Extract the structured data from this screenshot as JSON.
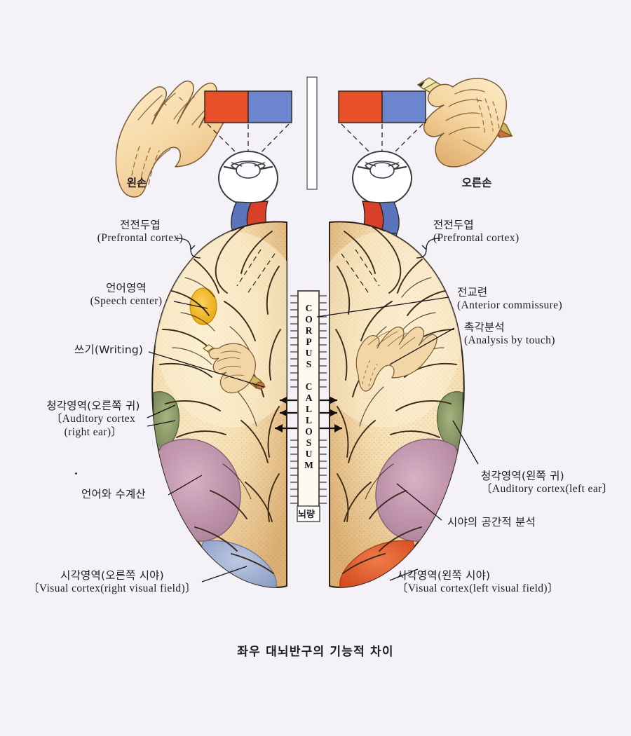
{
  "caption": "좌우 대뇌반구의 기능적 차이",
  "top": {
    "left_hand_label": "왼손",
    "right_hand_label": "오른손",
    "stimulus_bar": {
      "left_color": "#e8502a",
      "right_color": "#5f7fd0"
    }
  },
  "center": {
    "corpus_callosum_text": "CORPUS CALLOSUM",
    "corpus_callosum_korean": "뇌량"
  },
  "labels_left": [
    {
      "ko": "전전두엽",
      "en": "(Prefrontal cortex)"
    },
    {
      "ko": "언어영역",
      "en": "(Speech center)"
    },
    {
      "ko": "쓰기(Writing)",
      "en": ""
    },
    {
      "ko": "청각영역(오른쪽 귀)",
      "en": "〔Auditory cortex",
      "en2": "(right ear)〕"
    },
    {
      "ko": "언어와 수계산",
      "en": ""
    },
    {
      "ko": "시각영역(오른쪽 시야)",
      "en": "〔Visual cortex(right visual field)〕"
    }
  ],
  "labels_right": [
    {
      "ko": "전전두엽",
      "en": "(Prefrontal cortex)"
    },
    {
      "ko": "전교련",
      "en": "(Anterior commissure)"
    },
    {
      "ko": "촉각분석",
      "en": "(Analysis by touch)"
    },
    {
      "ko": "청각영역(왼쪽 귀)",
      "en": "〔Auditory cortex(left ear〕"
    },
    {
      "ko": "시야의 공간적 분석",
      "en": ""
    },
    {
      "ko": "시각영역(왼쪽 시야)",
      "en": "〔Visual cortex(left visual field)〕"
    }
  ],
  "colors": {
    "background": "#f4f2f7",
    "cortex_base": "#f4d9a8",
    "cortex_shadow": "#ddb077",
    "speech_center": "#f0b420",
    "auditory_cortex": "#8c9a63",
    "language_calc": "#c094ac",
    "visual_left_hemisphere": "#9fb0d2",
    "visual_right_hemisphere": "#e0562c",
    "artery_red": "#d9402a",
    "vein_blue": "#5a74bd",
    "skin": "#f6dcb0",
    "outline": "#2b2118"
  }
}
